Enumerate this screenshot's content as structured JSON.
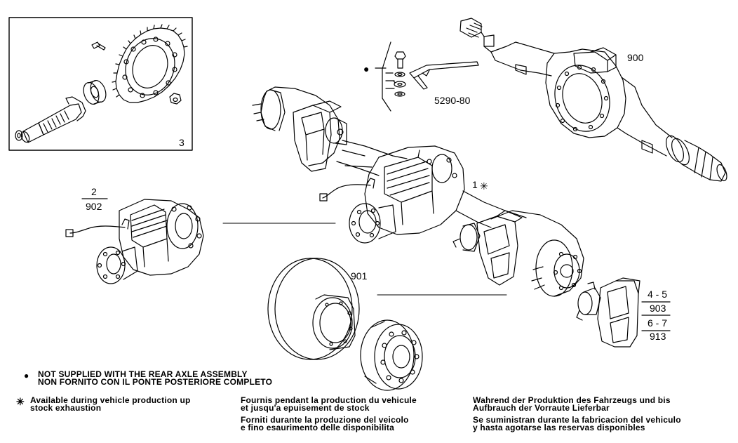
{
  "callouts": {
    "kit_3": "3",
    "axle_900": "900",
    "tool_5290_80": "5290-80",
    "assembly_1": "1",
    "diff_2": "2",
    "diff_902": "902",
    "disc_901": "901",
    "caliper_4_5": "4 - 5",
    "caliper_903": "903",
    "caliper_6_7": "6 - 7",
    "caliper_913": "913"
  },
  "legend": {
    "not_supplied_en": "NOT SUPPLIED WITH THE REAR AXLE ASSEMBLY",
    "not_supplied_it": "NON FORNITO CON IL PONTE POSTERIORE COMPLETO",
    "available_en_1": "Available during vehicle production up",
    "available_en_2": "stock exhaustion",
    "available_fr_1": "Fournis pendant la production du vehicule",
    "available_fr_2": "et jusqu'a epuisement de stock",
    "available_it_1": "Forniti durante la produzione del veicolo",
    "available_it_2": "e fino esaurimento delle disponibilita",
    "available_de_1": "Wahrend der Produktion des Fahrzeugs und bis",
    "available_de_2": "Aufbrauch der Vorraute Lieferbar",
    "available_es_1": "Se suministran durante la fabricacion del vehiculo",
    "available_es_2": "y hasta agotarse las reservas disponibles"
  },
  "symbols": {
    "bullet": "●",
    "asterisk": "✳"
  },
  "colors": {
    "line": "#000000",
    "background": "#ffffff"
  }
}
